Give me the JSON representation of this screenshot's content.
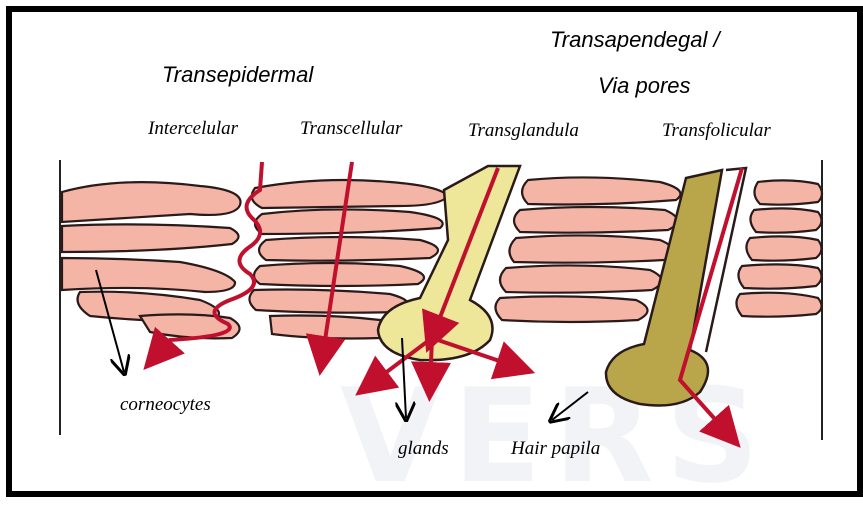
{
  "titles": {
    "transepidermal": "Transepidermal",
    "transappendageal_line1": "Transapendegal /",
    "transappendageal_line2": "Via pores"
  },
  "routes": {
    "intercellular": "Intercelular",
    "transcellular": "Transcellular",
    "transglandular": "Transglandula",
    "transfollicular": "Transfolicular"
  },
  "callouts": {
    "corneocytes": "corneocytes",
    "glands": "glands",
    "hair_papilla": "Hair papila"
  },
  "colors": {
    "cell_fill": "#f4b5a6",
    "cell_outline": "#2a1a1a",
    "arrow_red": "#c0102e",
    "gland_fill": "#eee79a",
    "follicle_fill": "#b9a64a",
    "frame": "#000000"
  }
}
